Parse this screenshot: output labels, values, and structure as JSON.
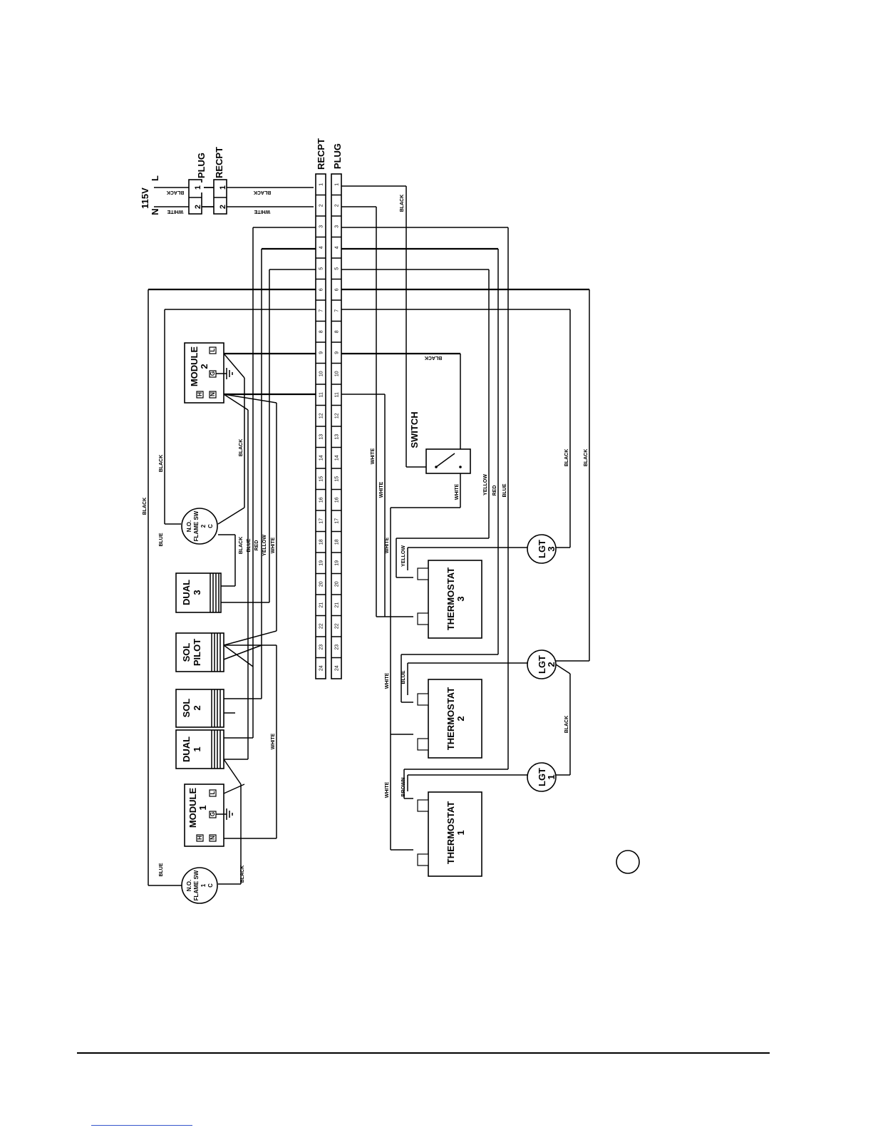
{
  "power": {
    "voltage": "115V",
    "line": "L",
    "neutral": "N",
    "plug": "PLUG",
    "recpt": "RECPT",
    "pin1": "1",
    "pin2": "2"
  },
  "strips": {
    "recpt_label": "RECPT",
    "plug_label": "PLUG",
    "terminals": [
      "1",
      "2",
      "3",
      "4",
      "5",
      "6",
      "7",
      "8",
      "9",
      "10",
      "11",
      "12",
      "13",
      "14",
      "15",
      "16",
      "17",
      "18",
      "19",
      "20",
      "21",
      "22",
      "23",
      "24"
    ]
  },
  "components": {
    "module2": {
      "name": "MODULE",
      "num": "2",
      "t_h": "H",
      "t_g": "G",
      "t_n": "N",
      "t_l": "L"
    },
    "module1": {
      "name": "MODULE",
      "num": "1",
      "t_h": "H",
      "t_g": "G",
      "t_n": "N",
      "t_l": "L"
    },
    "flame2": {
      "l1": "N.O.",
      "l2": "FLAME SW",
      "l3": "2",
      "l4": "C"
    },
    "flame1": {
      "l1": "N.O.",
      "l2": "FLAME SW",
      "l3": "1",
      "l4": "C"
    },
    "dual3": {
      "l1": "DUAL",
      "l2": "3"
    },
    "solpilot": {
      "l1": "SOL",
      "l2": "PILOT"
    },
    "sol2": {
      "l1": "SOL",
      "l2": "2"
    },
    "dual1": {
      "l1": "DUAL",
      "l2": "1"
    },
    "switch": "SWITCH",
    "thermostat3": {
      "name": "THERMOSTAT",
      "num": "3"
    },
    "thermostat2": {
      "name": "THERMOSTAT",
      "num": "2"
    },
    "thermostat1": {
      "name": "THERMOSTAT",
      "num": "1"
    },
    "lgt3": {
      "name": "LGT",
      "num": "3"
    },
    "lgt2": {
      "name": "LGT",
      "num": "2"
    },
    "lgt1": {
      "name": "LGT",
      "num": "1"
    }
  },
  "wires": {
    "black": "BLACK",
    "white": "WHITE",
    "blue": "BLUE",
    "red": "RED",
    "yellow": "YELLOW",
    "brown": "BROWN"
  }
}
